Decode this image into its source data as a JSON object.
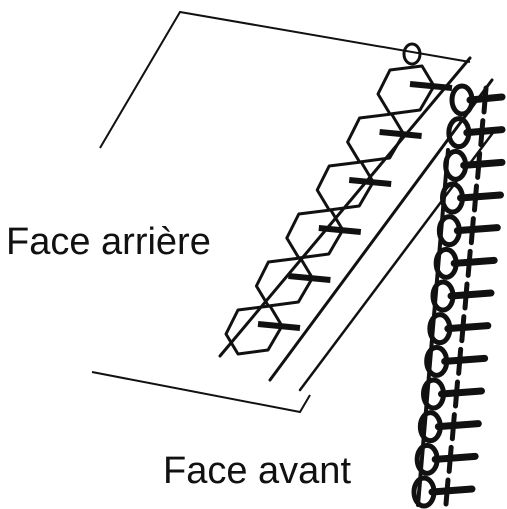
{
  "labels": {
    "back_face": "Face arrière",
    "front_face": "Face avant"
  },
  "colors": {
    "ink": "#111111",
    "background": "#ffffff"
  },
  "stitches": {
    "back_loop_rows": 6,
    "front_loop_rows": 13
  }
}
